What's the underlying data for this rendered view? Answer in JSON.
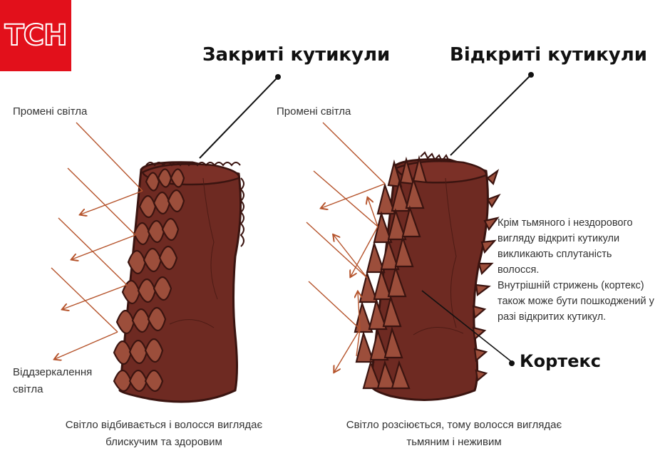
{
  "logo": {
    "text": "ТСН"
  },
  "titles": {
    "closed": "Закриті кутикули",
    "open": "Відкриті кутикули"
  },
  "labels": {
    "light_rays_left": "Промені світла",
    "light_rays_right": "Промені світла",
    "reflection_line1": "Віддзеркалення",
    "reflection_line2": "світла",
    "cortex": "Кортекс"
  },
  "captions": {
    "closed_line1": "Світло відбивається і волосся виглядає",
    "closed_line2": "блискучим та здоровим",
    "open_line1": "Світло розсіюється, тому волосся виглядає",
    "open_line2": "тьмяним і неживим"
  },
  "description": {
    "lines": [
      "Крім тьмяного і нездорового",
      "вигляду відкриті кутикули",
      "викликають сплутаність",
      "волосся.",
      "Внутрішній стрижень (кортекс)",
      "також може бути пошкоджений у",
      "разі відкритих кутикул."
    ]
  },
  "colors": {
    "brand_red": "#e2101b",
    "cortex": "#6e2a22",
    "scale": "#9c4e3b",
    "outline": "#3a1410",
    "ray": "#b5532b"
  }
}
